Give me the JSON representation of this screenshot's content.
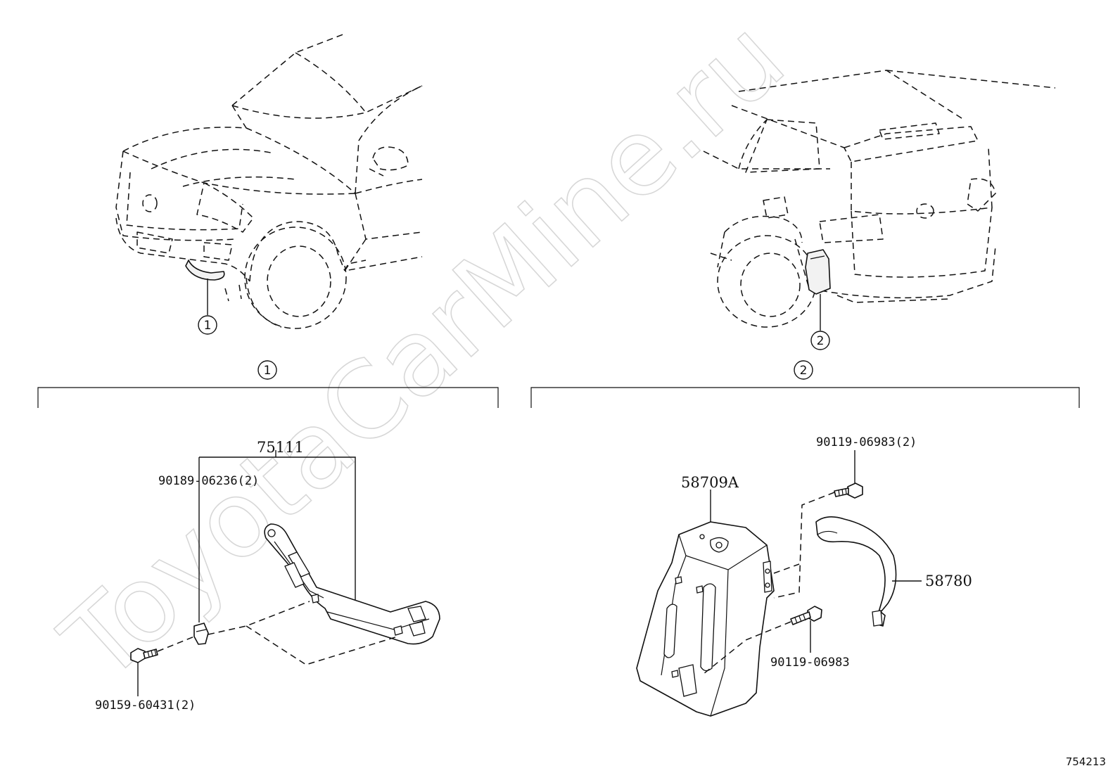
{
  "watermark": "ToyotaCarMine.ru",
  "diagram_id": "754213",
  "callouts": {
    "front_view": "1",
    "rear_view": "2",
    "section_1": "1",
    "section_2": "2"
  },
  "parts": {
    "p75111": "75111",
    "p90189": "90189-06236(2)",
    "p90159": "90159-60431(2)",
    "p58709A": "58709A",
    "p90119_2": "90119-06983(2)",
    "p58780": "58780",
    "p90119": "90119-06983"
  }
}
